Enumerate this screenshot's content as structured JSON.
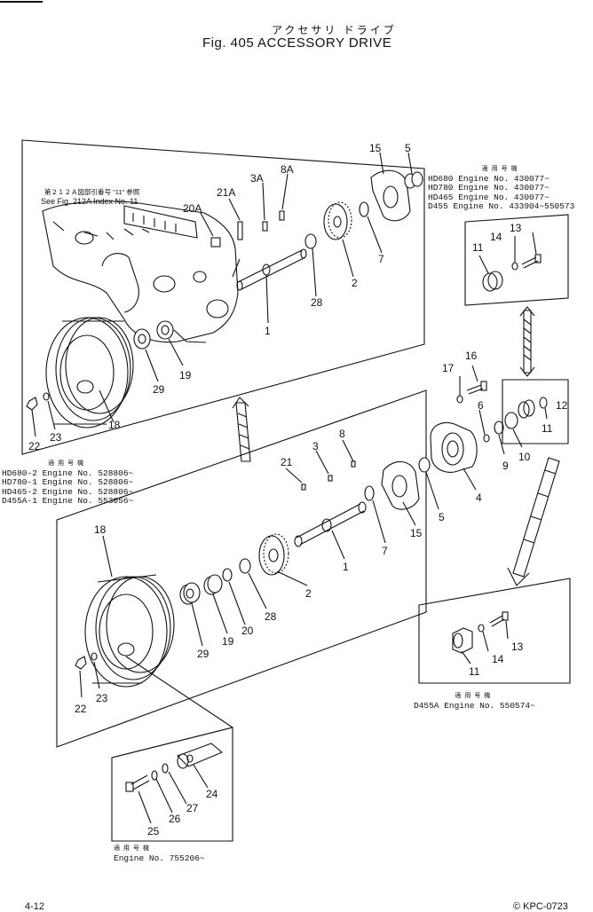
{
  "header": {
    "jp_title": "アクセサリ ドライブ",
    "fig_title": "Fig. 405  ACCESSORY DRIVE"
  },
  "top_note": {
    "jp": "第２１２Ａ図部引番号 \"11\" 参照",
    "en": "See Fig. 212A Index No. 11"
  },
  "app_top_right": {
    "heading": "適用号機",
    "rows": [
      "HD680  Engine No. 430077~",
      "HD780  Engine No. 430077~",
      "HD465  Engine No. 430077~",
      "D455   Engine No. 433904~550573"
    ]
  },
  "app_middle_left": {
    "heading": "適用号機",
    "rows": [
      "HD680-2  Engine No. 528806~",
      "HD780-1  Engine No. 528806~",
      "HD465-2  Engine No. 528806~",
      "D455A-1  Engine No. 553056~"
    ]
  },
  "app_lower_right": {
    "heading": "適用号機",
    "rows": [
      "D455A  Engine No. 550574~"
    ]
  },
  "app_bottom": {
    "heading": "適用号機",
    "rows": [
      "Engine No. 755206~"
    ]
  },
  "callouts": {
    "c15a": "15",
    "c5a": "5",
    "c8A": "8A",
    "c3A": "3A",
    "c21A": "21A",
    "c20A": "20A",
    "c7a": "7",
    "c2a": "2",
    "c28a": "28",
    "c1a": "1",
    "c19a": "19",
    "c29a": "29",
    "c18a": "18",
    "c22a": "22",
    "c23a": "23",
    "c11a": "11",
    "c14a": "14",
    "c13a": "13",
    "c17": "17",
    "c16": "16",
    "c6": "6",
    "c12": "12",
    "c11b": "11",
    "c10": "10",
    "c9": "9",
    "c4": "4",
    "c8b": "8",
    "c3b": "3",
    "c21b": "21",
    "c5b": "5",
    "c15b": "15",
    "c7b": "7",
    "c1b": "1",
    "c2b": "2",
    "c28b": "28",
    "c20": "20",
    "c19b": "19",
    "c29b": "29",
    "c18b": "18",
    "c22b": "22",
    "c23b": "23",
    "c13c": "13",
    "c14c": "14",
    "c11c": "11",
    "c24": "24",
    "c27": "27",
    "c26": "26",
    "c25": "25"
  },
  "footer": {
    "page": "4-12",
    "code": "© KPC-0723"
  }
}
